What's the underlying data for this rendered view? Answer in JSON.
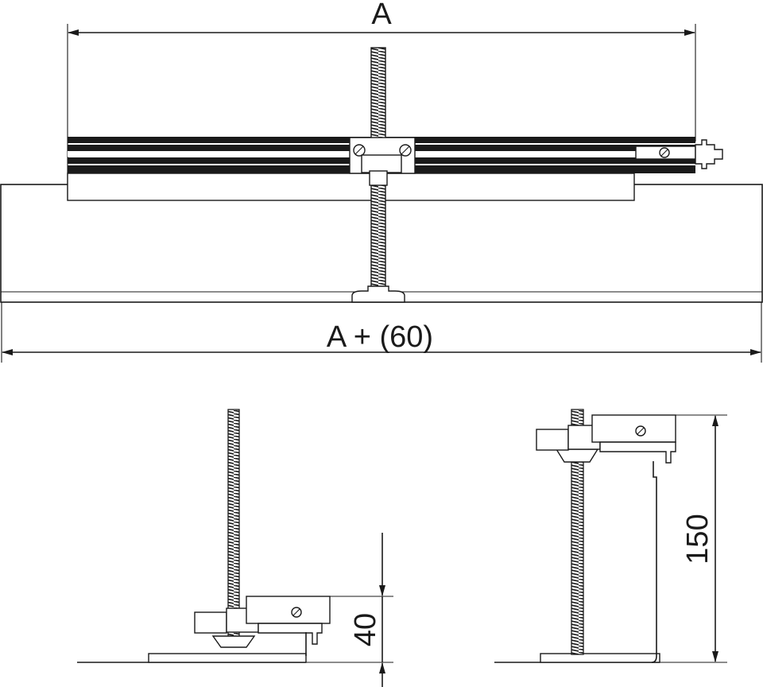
{
  "title": "Levelling bracket dimension drawing",
  "dimensions": {
    "top_width": "A",
    "floor_width": "A + (60)",
    "min_height": "40",
    "max_height": "150"
  },
  "colors": {
    "line": "#1a1a1a",
    "background": "#ffffff"
  }
}
